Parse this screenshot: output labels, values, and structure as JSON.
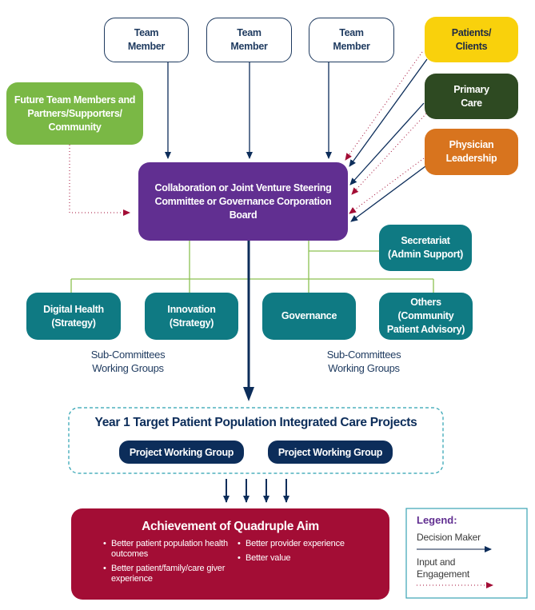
{
  "team_members": [
    {
      "label": "Team\nMember"
    },
    {
      "label": "Team\nMember"
    },
    {
      "label": "Team\nMember"
    }
  ],
  "future_members": {
    "label": "Future Team Members and Partners/Supporters/ Community",
    "color": "#7ab845"
  },
  "stakeholders": [
    {
      "label": "Patients/ Clients",
      "color": "#f9d10c"
    },
    {
      "label": "Primary Care",
      "color": "#2e4a22"
    },
    {
      "label": "Physician Leadership",
      "color": "#d8741e"
    }
  ],
  "board": {
    "label": "Collaboration or Joint Venture Steering Committee or Governance Corporation Board",
    "color": "#612f91"
  },
  "secretariat": {
    "label": "Secretariat (Admin Support)"
  },
  "subcommittees": [
    {
      "label": "Digital Health (Strategy)"
    },
    {
      "label": "Innovation (Strategy)"
    },
    {
      "label": "Governance"
    },
    {
      "label": "Others (Community Patient Advisory)"
    }
  ],
  "subcommittee_captions": [
    {
      "line1": "Sub-Committees",
      "line2": "Working Groups"
    },
    {
      "line1": "Sub-Committees",
      "line2": "Working Groups"
    }
  ],
  "projects": {
    "title": "Year 1 Target Patient Population Integrated Care Projects",
    "groups": [
      "Project Working Group",
      "Project Working Group"
    ]
  },
  "aim": {
    "title": "Achievement of Quadruple Aim",
    "color": "#a30d35",
    "left_items": [
      "Better patient population health outcomes",
      "Better patient/family/care giver experience"
    ],
    "right_items": [
      "Better provider experience",
      "Better value"
    ]
  },
  "legend": {
    "title": "Legend:",
    "decision_maker": "Decision Maker",
    "input_engagement": "Input and Engagement"
  },
  "colors": {
    "navy": "#0c2d5a",
    "teal": "#0f7a83",
    "green_line": "#8cc152",
    "input_arrow": "#a30d35"
  }
}
